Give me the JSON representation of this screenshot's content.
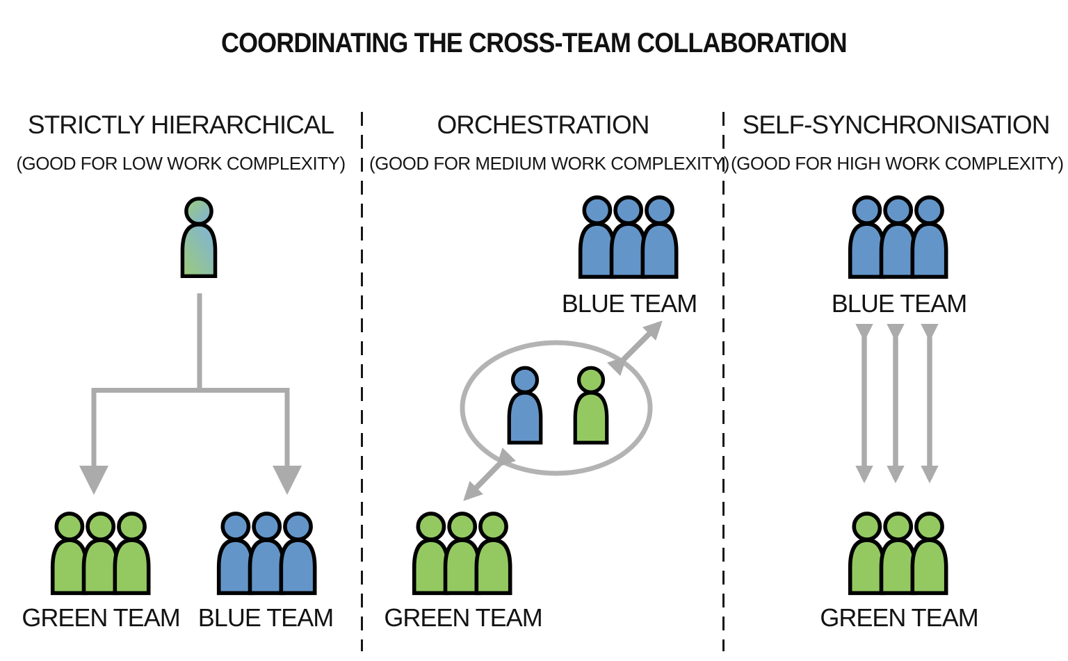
{
  "title": "COORDINATING THE CROSS-TEAM COLLABORATION",
  "colors": {
    "green": "#94c962",
    "blue": "#6495c8",
    "leader_green": "#9ccb77",
    "leader_blue": "#7fb2dd",
    "gray": "#ababab",
    "ellipse_gray": "#b3b3b3"
  },
  "panels": [
    {
      "title": "STRICTLY HIERARCHICAL",
      "subtitle": "(GOOD FOR LOW WORK COMPLEXITY)",
      "green_team_label": "GREEN TEAM",
      "blue_team_label": "BLUE TEAM"
    },
    {
      "title": "ORCHESTRATION",
      "subtitle": "(GOOD FOR MEDIUM WORK COMPLEXITY)",
      "blue_team_label": "BLUE TEAM",
      "green_team_label": "GREEN TEAM"
    },
    {
      "title": "SELF-SYNCHRONISATION",
      "subtitle": "(GOOD FOR HIGH WORK COMPLEXITY)",
      "blue_team_label": "BLUE TEAM",
      "green_team_label": "GREEN TEAM"
    }
  ]
}
